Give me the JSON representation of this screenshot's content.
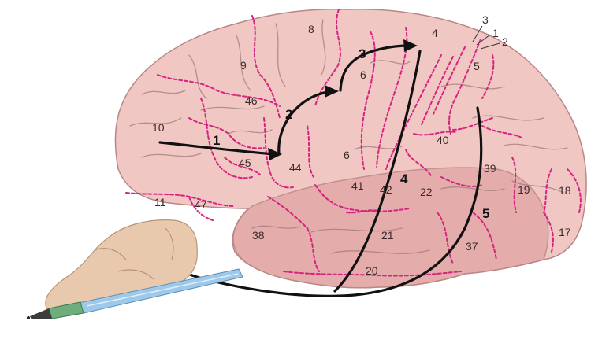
{
  "colors": {
    "brain_fill": "#f1c7c4",
    "brain_shadow": "#e2a9a7",
    "brain_outline": "#b98786",
    "boundary": "#d6237f",
    "path": "#111111",
    "skin": "#e9c9ad",
    "pen": "#9ec9ea"
  },
  "icons": {
    "writing_hand": "writing-hand-icon",
    "pen": "pen-icon"
  },
  "areas": [
    {
      "id": "8",
      "label": "8"
    },
    {
      "id": "9",
      "label": "9"
    },
    {
      "id": "46",
      "label": "46"
    },
    {
      "id": "10",
      "label": "10"
    },
    {
      "id": "45",
      "label": "45"
    },
    {
      "id": "44",
      "label": "44"
    },
    {
      "id": "47",
      "label": "47"
    },
    {
      "id": "11",
      "label": "11"
    },
    {
      "id": "6a",
      "label": "6"
    },
    {
      "id": "6b",
      "label": "6"
    },
    {
      "id": "4",
      "label": "4"
    },
    {
      "id": "3",
      "label": "3"
    },
    {
      "id": "1",
      "label": "1"
    },
    {
      "id": "2",
      "label": "2"
    },
    {
      "id": "5",
      "label": "5"
    },
    {
      "id": "40",
      "label": "40"
    },
    {
      "id": "39",
      "label": "39"
    },
    {
      "id": "41",
      "label": "41"
    },
    {
      "id": "42",
      "label": "42"
    },
    {
      "id": "22",
      "label": "22"
    },
    {
      "id": "19",
      "label": "19"
    },
    {
      "id": "18",
      "label": "18"
    },
    {
      "id": "17",
      "label": "17"
    },
    {
      "id": "38",
      "label": "38"
    },
    {
      "id": "21",
      "label": "21"
    },
    {
      "id": "20",
      "label": "20"
    },
    {
      "id": "37",
      "label": "37"
    }
  ],
  "steps": [
    {
      "id": "1",
      "label": "1"
    },
    {
      "id": "2",
      "label": "2"
    },
    {
      "id": "3",
      "label": "3"
    },
    {
      "id": "4",
      "label": "4"
    },
    {
      "id": "5",
      "label": "5"
    }
  ]
}
